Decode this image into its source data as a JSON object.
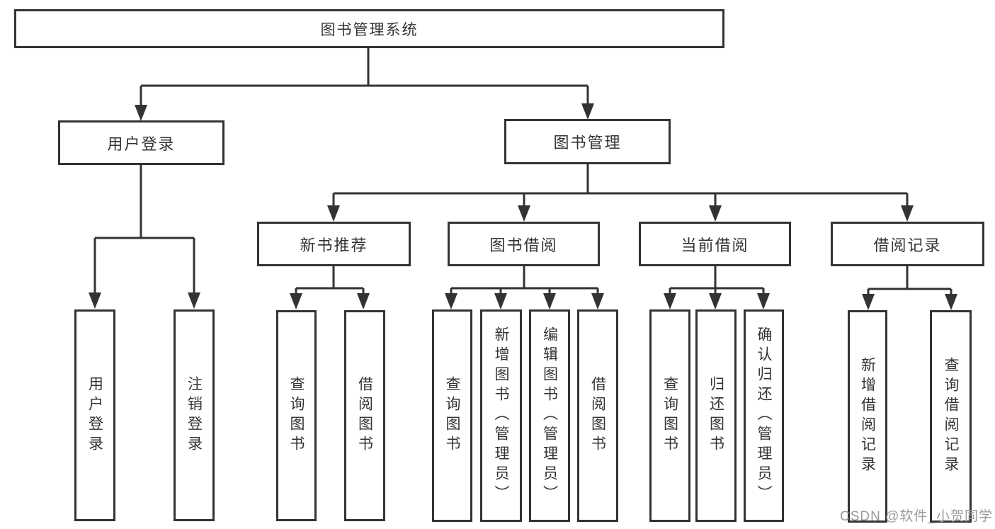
{
  "tree": {
    "label": "图书管理系统",
    "children": [
      {
        "label": "用户登录",
        "children": [
          {
            "label": "用户登录"
          },
          {
            "label": "注销登录"
          }
        ]
      },
      {
        "label": "图书管理",
        "children": [
          {
            "label": "新书推荐",
            "children": [
              {
                "label": "查询图书"
              },
              {
                "label": "借阅图书"
              }
            ]
          },
          {
            "label": "图书借阅",
            "children": [
              {
                "label": "查询图书"
              },
              {
                "label": "新增图书（管理员）"
              },
              {
                "label": "编辑图书（管理员）"
              },
              {
                "label": "借阅图书"
              }
            ]
          },
          {
            "label": "当前借阅",
            "children": [
              {
                "label": "查询图书"
              },
              {
                "label": "归还图书"
              },
              {
                "label": "确认归还（管理员）"
              }
            ]
          },
          {
            "label": "借阅记录",
            "children": [
              {
                "label": "新增借阅记录"
              },
              {
                "label": "查询借阅记录"
              }
            ]
          }
        ]
      }
    ]
  },
  "watermark": "CSDN @软件_小贺同学",
  "colors": {
    "line": "#333333",
    "text": "#333333",
    "box_background": "#ffffff",
    "watermark": "#9b9b9b",
    "page_background": "#ffffff"
  }
}
